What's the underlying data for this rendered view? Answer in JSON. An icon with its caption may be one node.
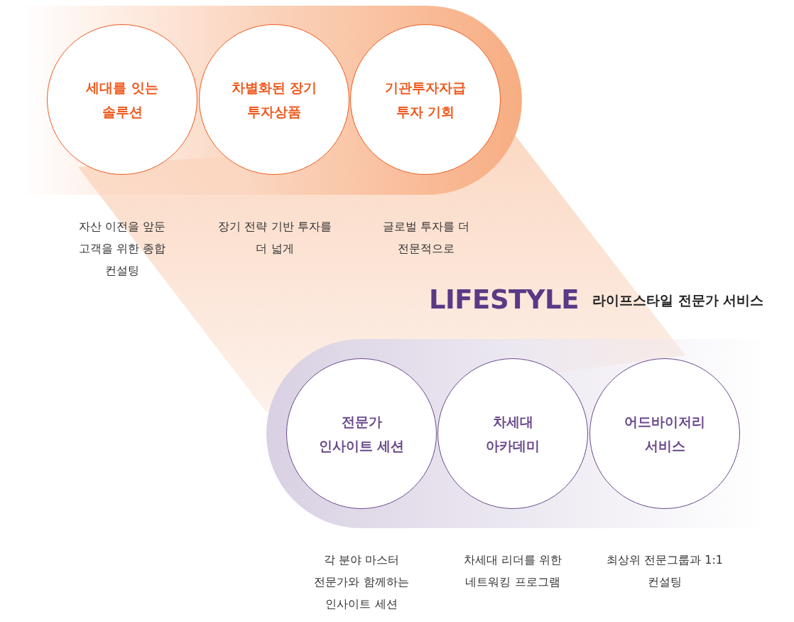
{
  "diagram": {
    "nodes": [
      {
        "text": [],
        "shape": "band"
      },
      {
        "text": [
          "세대를 잇는 솔루션"
        ],
        "in": 0
      },
      {
        "text": [
          "차별화된 장기 투자상품"
        ],
        "in": 0
      },
      {
        "text": [
          "기관투자자급 투자 기회"
        ],
        "in": 0
      },
      {
        "text": [],
        "shape": "band"
      },
      {
        "text": [
          "전문가 인사이트 세션"
        ],
        "in": 4
      },
      {
        "text": [
          "차세대 아카데미"
        ],
        "in": 4
      },
      {
        "text": [
          "어드바이저리 서비스"
        ],
        "in": 4
      }
    ],
    "edges": [],
    "labels": [
      "자산 이전을 앞둔 고객을 위한 종합 컨설팅",
      "장기 전략 기반 투자를 더 넓게",
      "글로벌 투자를 더 전문적으로",
      "LIFESTYLE",
      "라이프스타일 전문가 서비스",
      "각 분야 마스터 전문가와 함께하는 인사이트 세션",
      "차세대 리더를 위한 네트워킹 프로그램",
      "최상위 전문그룹과 1:1 컨설팅"
    ]
  }
}
